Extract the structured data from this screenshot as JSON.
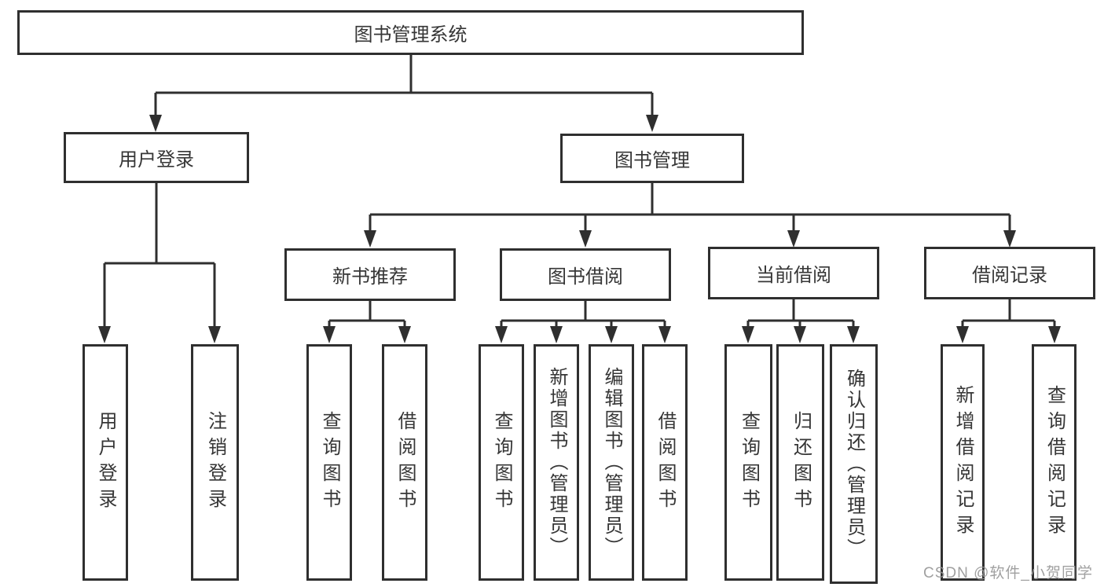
{
  "title": {
    "label": "图书管理系统"
  },
  "branches": {
    "user_login": {
      "label": "用户登录",
      "children": [
        "用户登录",
        "注销登录"
      ]
    },
    "book_management": {
      "label": "图书管理",
      "children": [
        {
          "label": "新书推荐",
          "children": [
            "查询图书",
            "借阅图书"
          ]
        },
        {
          "label": "图书借阅",
          "children": [
            "查询图书",
            "新增图书（管理员）",
            "编辑图书（管理员）",
            "借阅图书"
          ]
        },
        {
          "label": "当前借阅",
          "children": [
            "查询图书",
            "归还图书",
            "确认归还（管理员）"
          ]
        },
        {
          "label": "借阅记录",
          "children": [
            "新增借阅记录",
            "查询借阅记录"
          ]
        }
      ]
    }
  },
  "watermark": "CSDN @软件_小贺同学",
  "colors": {
    "line": "#2f2f2f",
    "text": "#363636",
    "watermark": "#969696",
    "background": "#ffffff"
  }
}
